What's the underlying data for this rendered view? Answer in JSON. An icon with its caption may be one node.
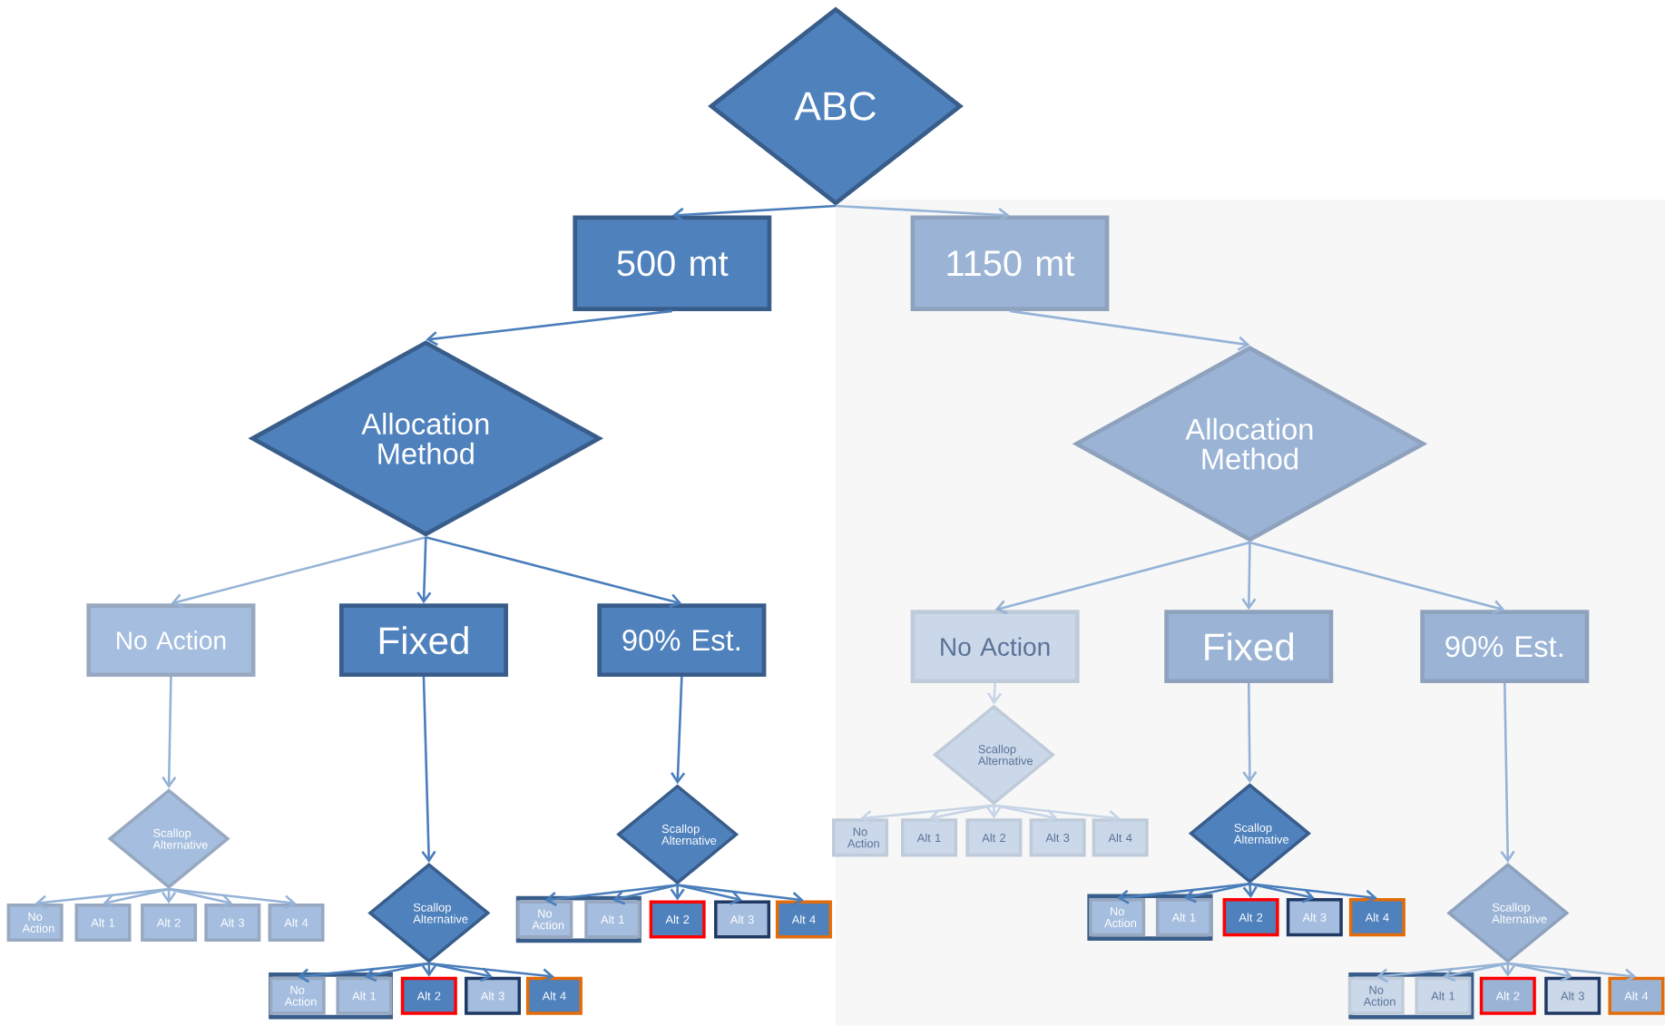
{
  "diagram": {
    "nodes": [
      {
        "text": [
          "ABC"
        ]
      },
      {
        "text": [
          "500 mt"
        ]
      },
      {
        "text": [
          "1150 mt"
        ]
      },
      {
        "text": [
          "Allocation Method"
        ]
      },
      {
        "text": [
          "Allocation Method"
        ]
      },
      {
        "text": [
          "No Action"
        ]
      },
      {
        "text": [
          "Fixed"
        ]
      },
      {
        "text": [
          "90% Est."
        ]
      },
      {
        "text": [
          "No Action"
        ]
      },
      {
        "text": [
          "Fixed"
        ]
      },
      {
        "text": [
          "90% Est."
        ]
      },
      {
        "text": [
          "Scallop Alternative"
        ]
      },
      {
        "text": [
          "Scallop Alternative"
        ]
      },
      {
        "text": [
          "Scallop Alternative"
        ]
      },
      {
        "text": [
          "Scallop Alternative"
        ]
      },
      {
        "text": [
          "Scallop Alternative"
        ]
      },
      {
        "text": [
          "Scallop Alternative"
        ]
      },
      {
        "text": [
          "No Action"
        ]
      },
      {
        "text": [
          "Alt 1"
        ]
      },
      {
        "text": [
          "Alt 2"
        ]
      },
      {
        "text": [
          "Alt 3"
        ]
      },
      {
        "text": [
          "Alt 4"
        ]
      },
      {
        "text": [],
        "shape": "box"
      },
      {
        "text": [
          "No Action"
        ],
        "in": 22
      },
      {
        "text": [
          "Alt 1"
        ],
        "in": 22
      },
      {
        "text": [
          "Alt 2"
        ]
      },
      {
        "text": [
          "Alt 3"
        ]
      },
      {
        "text": [
          "Alt 4"
        ]
      },
      {
        "text": [],
        "shape": "box"
      },
      {
        "text": [
          "No Action"
        ],
        "in": 28
      },
      {
        "text": [
          "Alt 1"
        ],
        "in": 28
      },
      {
        "text": [
          "Alt 2"
        ]
      },
      {
        "text": [
          "Alt 3"
        ]
      },
      {
        "text": [
          "Alt 4"
        ]
      },
      {
        "text": [
          "No Action"
        ]
      },
      {
        "text": [
          "Alt 1"
        ]
      },
      {
        "text": [
          "Alt 2"
        ]
      },
      {
        "text": [
          "Alt 3"
        ]
      },
      {
        "text": [
          "Alt 4"
        ]
      },
      {
        "text": [],
        "shape": "box"
      },
      {
        "text": [
          "No Action"
        ],
        "in": 39
      },
      {
        "text": [
          "Alt 1"
        ],
        "in": 39
      },
      {
        "text": [
          "Alt 2"
        ]
      },
      {
        "text": [
          "Alt 3"
        ]
      },
      {
        "text": [
          "Alt 4"
        ]
      },
      {
        "text": [],
        "shape": "box"
      },
      {
        "text": [
          "No Action"
        ],
        "in": 45
      },
      {
        "text": [
          "Alt 1"
        ],
        "in": 45
      },
      {
        "text": [
          "Alt 2"
        ]
      },
      {
        "text": [
          "Alt 3"
        ]
      },
      {
        "text": [
          "Alt 4"
        ]
      }
    ],
    "edges": [
      {
        "from": 0,
        "to": 1,
        "arrow": "to"
      },
      {
        "from": 0,
        "to": 2,
        "arrow": "to",
        "color": "#95b3d7"
      },
      {
        "from": 1,
        "to": 3,
        "arrow": "to"
      },
      {
        "from": 2,
        "to": 4,
        "arrow": "to",
        "color": "#95b3d7"
      },
      {
        "from": 3,
        "to": 5,
        "arrow": "to",
        "color": "#95b3d7"
      },
      {
        "from": 3,
        "to": 6,
        "arrow": "to"
      },
      {
        "from": 3,
        "to": 7,
        "arrow": "to"
      },
      {
        "from": 4,
        "to": 8,
        "arrow": "to",
        "color": "#95b3d7"
      },
      {
        "from": 4,
        "to": 9,
        "arrow": "to",
        "color": "#95b3d7"
      },
      {
        "from": 4,
        "to": 10,
        "arrow": "to",
        "color": "#95b3d7"
      },
      {
        "from": 5,
        "to": 11,
        "arrow": "to",
        "color": "#95b3d7"
      },
      {
        "from": 6,
        "to": 12,
        "arrow": "to"
      },
      {
        "from": 7,
        "to": 13,
        "arrow": "to"
      },
      {
        "from": 8,
        "to": 14,
        "arrow": "to",
        "color": "#c6d4e6"
      },
      {
        "from": 9,
        "to": 15,
        "arrow": "to",
        "color": "#95b3d7"
      },
      {
        "from": 10,
        "to": 16,
        "arrow": "to",
        "color": "#95b3d7"
      },
      {
        "from": 11,
        "to": 17,
        "arrow": "to",
        "color": "#95b3d7"
      },
      {
        "from": 11,
        "to": 18,
        "arrow": "to",
        "color": "#95b3d7"
      },
      {
        "from": 11,
        "to": 19,
        "arrow": "to",
        "color": "#95b3d7"
      },
      {
        "from": 11,
        "to": 20,
        "arrow": "to",
        "color": "#95b3d7"
      },
      {
        "from": 11,
        "to": 21,
        "arrow": "to",
        "color": "#95b3d7"
      },
      {
        "from": 12,
        "to": 23,
        "arrow": "to"
      },
      {
        "from": 12,
        "to": 24,
        "arrow": "to"
      },
      {
        "from": 12,
        "to": 25,
        "arrow": "to"
      },
      {
        "from": 12,
        "to": 26,
        "arrow": "to"
      },
      {
        "from": 12,
        "to": 27,
        "arrow": "to"
      },
      {
        "from": 13,
        "to": 29,
        "arrow": "to"
      },
      {
        "from": 13,
        "to": 30,
        "arrow": "to"
      },
      {
        "from": 13,
        "to": 31,
        "arrow": "to"
      },
      {
        "from": 13,
        "to": 32,
        "arrow": "to"
      },
      {
        "from": 13,
        "to": 33,
        "arrow": "to"
      },
      {
        "from": 14,
        "to": 34,
        "arrow": "to",
        "color": "#c6d4e6"
      },
      {
        "from": 14,
        "to": 35,
        "arrow": "to",
        "color": "#c6d4e6"
      },
      {
        "from": 14,
        "to": 36,
        "arrow": "to",
        "color": "#c6d4e6"
      },
      {
        "from": 14,
        "to": 37,
        "arrow": "to",
        "color": "#c6d4e6"
      },
      {
        "from": 14,
        "to": 38,
        "arrow": "to",
        "color": "#c6d4e6"
      },
      {
        "from": 15,
        "to": 40,
        "arrow": "to"
      },
      {
        "from": 15,
        "to": 41,
        "arrow": "to"
      },
      {
        "from": 15,
        "to": 42,
        "arrow": "to"
      },
      {
        "from": 15,
        "to": 43,
        "arrow": "to"
      },
      {
        "from": 15,
        "to": 44,
        "arrow": "to"
      },
      {
        "from": 16,
        "to": 46,
        "arrow": "to",
        "color": "#95b3d7"
      },
      {
        "from": 16,
        "to": 47,
        "arrow": "to",
        "color": "#95b3d7"
      },
      {
        "from": 16,
        "to": 48,
        "arrow": "to",
        "color": "#95b3d7"
      },
      {
        "from": 16,
        "to": 49,
        "arrow": "to",
        "color": "#95b3d7"
      },
      {
        "from": 16,
        "to": 50,
        "arrow": "to",
        "color": "#95b3d7"
      }
    ]
  }
}
